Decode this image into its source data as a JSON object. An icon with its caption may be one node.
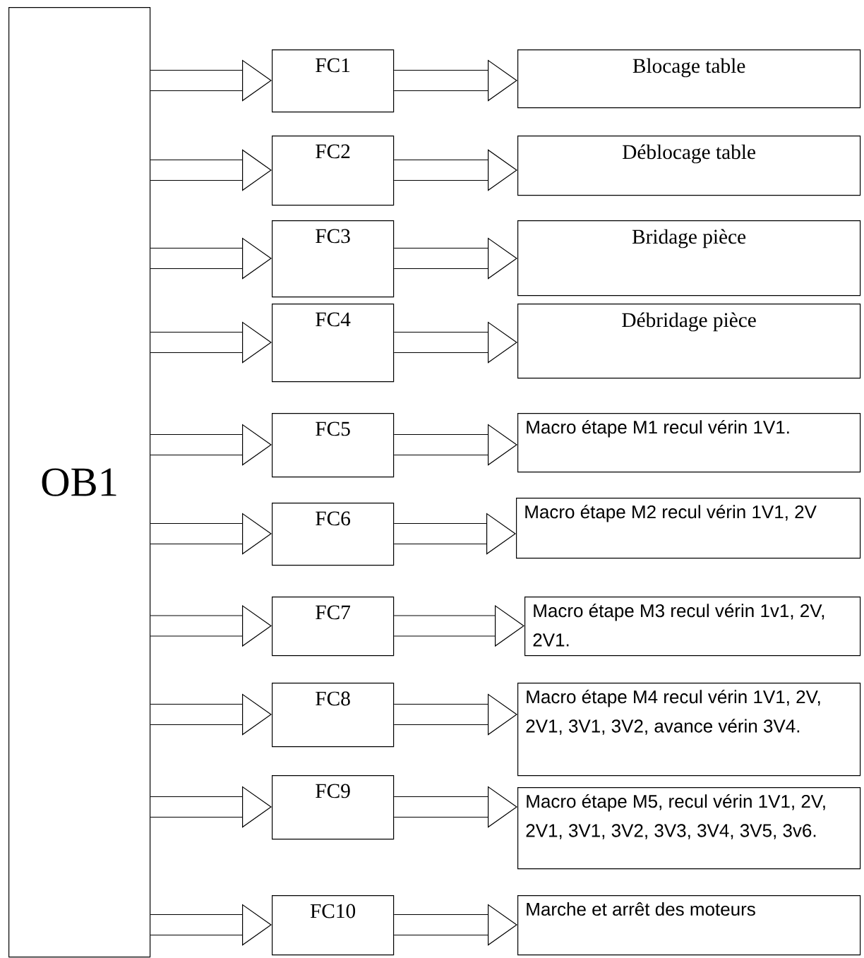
{
  "diagram": {
    "nodes": [
      {
        "text": [
          "OB1"
        ]
      },
      {
        "text": [
          "FC1"
        ]
      },
      {
        "text": [
          "Blocage table"
        ]
      },
      {
        "text": [
          "FC2"
        ]
      },
      {
        "text": [
          "Déblocage table"
        ]
      },
      {
        "text": [
          "FC3"
        ]
      },
      {
        "text": [
          "Bridage pièce"
        ]
      },
      {
        "text": [
          "FC4"
        ]
      },
      {
        "text": [
          "Débridage pièce"
        ]
      },
      {
        "text": [
          "FC5"
        ]
      },
      {
        "text": [
          "Macro étape M1  recul vérin 1V1."
        ]
      },
      {
        "text": [
          "FC6"
        ]
      },
      {
        "text": [
          "Macro étape M2 recul vérin 1V1, 2V"
        ]
      },
      {
        "text": [
          "FC7"
        ]
      },
      {
        "text": [
          "Macro étape M3 recul vérin 1v1, 2V, 2V1."
        ]
      },
      {
        "text": [
          "FC8"
        ]
      },
      {
        "text": [
          "Macro étape M4 recul vérin 1V1, 2V, 2V1, 3V1, 3V2, avance vérin 3V4."
        ]
      },
      {
        "text": [
          "FC9"
        ]
      },
      {
        "text": [
          "Macro étape M5, recul vérin 1V1, 2V, 2V1, 3V1, 3V2, 3V3, 3V4, 3V5, 3v6."
        ]
      },
      {
        "text": [
          "FC10"
        ]
      },
      {
        "text": [
          "Marche et arrêt des moteurs"
        ]
      }
    ],
    "edges": [
      {
        "from": 0,
        "to": 1,
        "arrow": "to"
      },
      {
        "from": 1,
        "to": 2,
        "arrow": "to"
      },
      {
        "from": 0,
        "to": 3,
        "arrow": "to"
      },
      {
        "from": 3,
        "to": 4,
        "arrow": "to"
      },
      {
        "from": 0,
        "to": 5,
        "arrow": "to"
      },
      {
        "from": 5,
        "to": 6,
        "arrow": "to"
      },
      {
        "from": 0,
        "to": 7,
        "arrow": "to"
      },
      {
        "from": 7,
        "to": 8,
        "arrow": "to"
      },
      {
        "from": 0,
        "to": 9,
        "arrow": "to"
      },
      {
        "from": 9,
        "to": 10,
        "arrow": "to"
      },
      {
        "from": 0,
        "to": 11,
        "arrow": "to"
      },
      {
        "from": 11,
        "to": 12,
        "arrow": "to"
      },
      {
        "from": 0,
        "to": 13,
        "arrow": "to"
      },
      {
        "from": 13,
        "to": 14,
        "arrow": "to"
      },
      {
        "from": 0,
        "to": 15,
        "arrow": "to"
      },
      {
        "from": 15,
        "to": 16,
        "arrow": "to"
      },
      {
        "from": 0,
        "to": 17,
        "arrow": "to"
      },
      {
        "from": 17,
        "to": 18,
        "arrow": "to"
      },
      {
        "from": 0,
        "to": 19,
        "arrow": "to"
      },
      {
        "from": 19,
        "to": 20,
        "arrow": "to"
      }
    ]
  }
}
